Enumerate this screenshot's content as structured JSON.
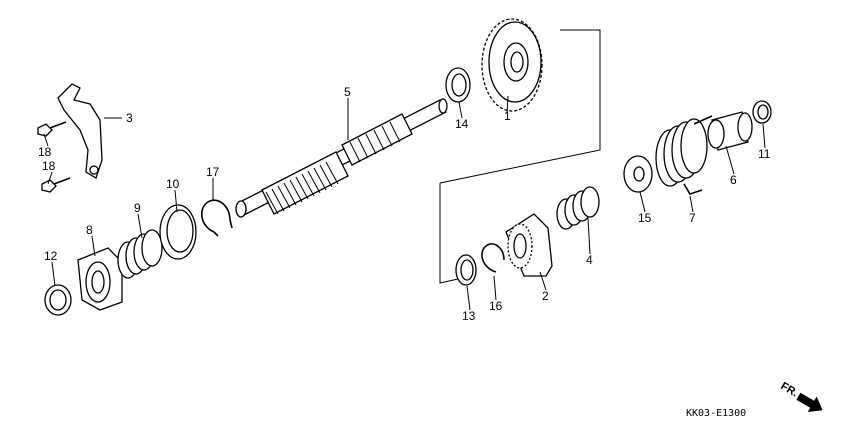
{
  "callouts": {
    "p1": "1",
    "p2": "2",
    "p3": "3",
    "p4": "4",
    "p5": "5",
    "p6": "6",
    "p7": "7",
    "p8": "8",
    "p9": "9",
    "p10": "10",
    "p11": "11",
    "p12": "12",
    "p13": "13",
    "p14": "14",
    "p15": "15",
    "p16": "16",
    "p17": "17",
    "p18a": "18",
    "p18b": "18"
  },
  "diagram_code": "KK03-E1300",
  "direction_label": "FR."
}
